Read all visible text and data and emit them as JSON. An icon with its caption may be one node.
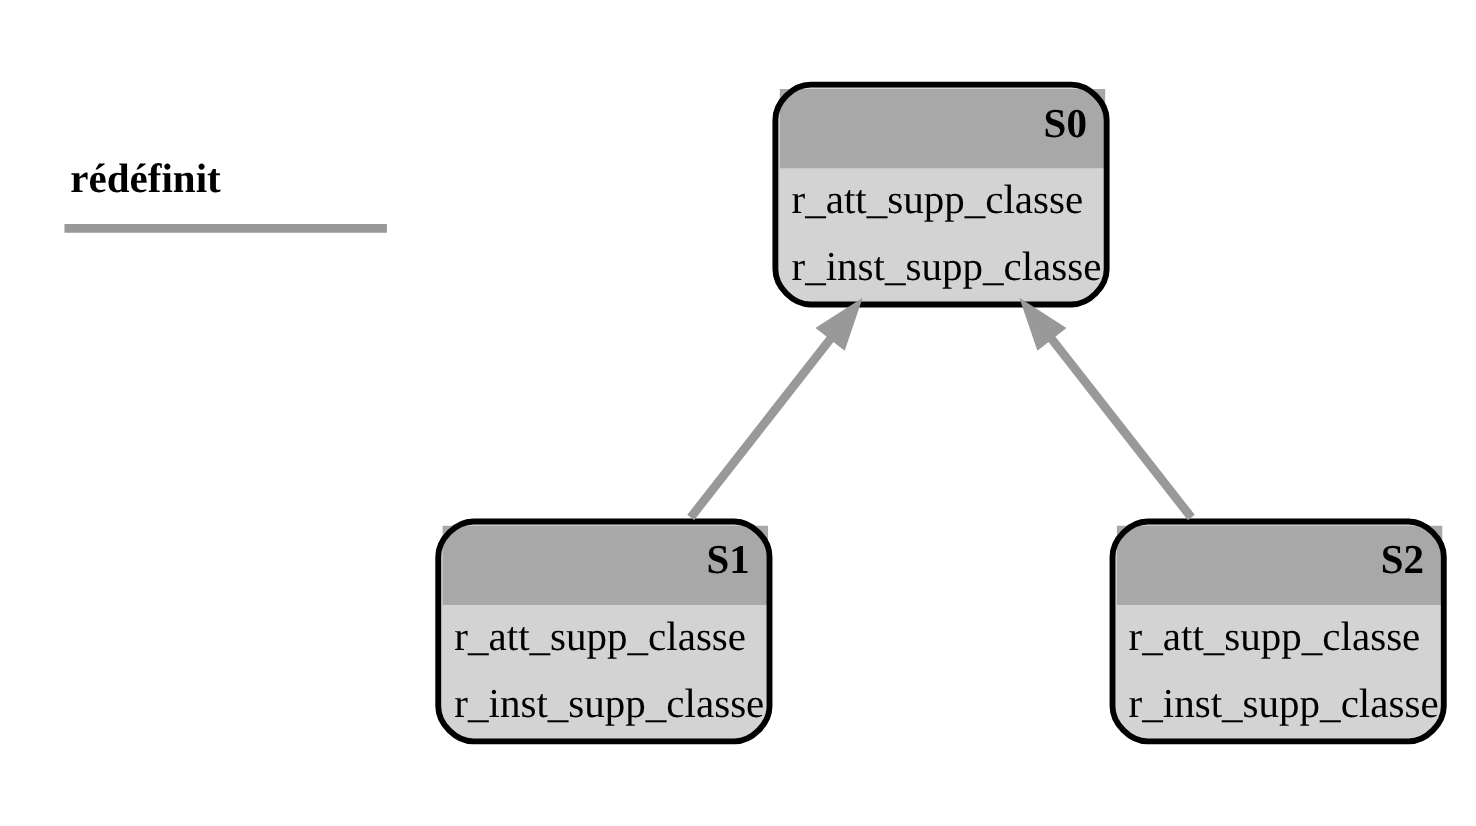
{
  "diagram": {
    "nodes": [
      {
        "text": [
          "S0",
          "r_att_supp_classe",
          "r_inst_supp_classe"
        ]
      },
      {
        "text": [
          "S1",
          "r_att_supp_classe",
          "r_inst_supp_classe"
        ]
      },
      {
        "text": [
          "S2",
          "r_att_supp_classe",
          "r_inst_supp_classe"
        ]
      }
    ],
    "edges": [
      {
        "from": 1,
        "to": 0,
        "arrow": "to"
      },
      {
        "from": 2,
        "to": 0,
        "arrow": "to"
      }
    ],
    "legend": [
      {
        "text": "rédéfinit"
      }
    ]
  }
}
